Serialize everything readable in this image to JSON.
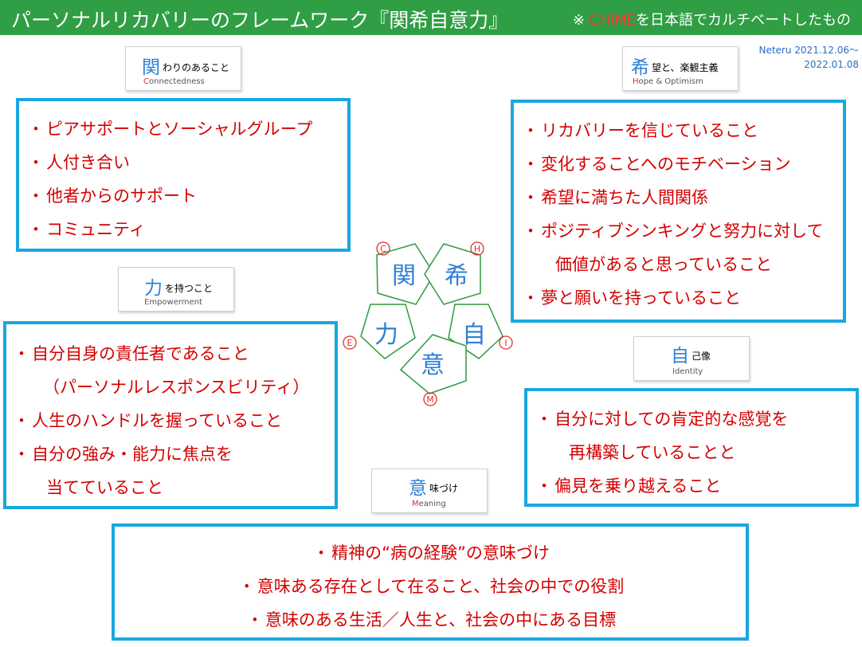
{
  "header": {
    "title": "パーソナルリカバリーのフレームワーク『関希自意力』",
    "note_prefix": "※ ",
    "note_highlight": "CHIME",
    "note_suffix": "を日本語でカルチベートしたもの"
  },
  "credit": {
    "line1": "Neteru 2021.12.06〜",
    "line2": "2022.01.08"
  },
  "labels": {
    "connectedness": {
      "kanji": "関",
      "rest": "わりのあること",
      "en_first": "C",
      "en_rest": "onnectedness"
    },
    "hope": {
      "kanji": "希",
      "rest": "望と、楽観主義",
      "en_first": "H",
      "en_rest": "ope & Optimism"
    },
    "empowerment": {
      "kanji": "力",
      "rest": "を持つこと",
      "en_first": "E",
      "en_rest": "mpowerment"
    },
    "identity": {
      "kanji": "自",
      "rest": "己像",
      "en_first": "I",
      "en_rest": "dentity"
    },
    "meaning": {
      "kanji": "意",
      "rest": "味づけ",
      "en_first": "M",
      "en_rest": "eaning"
    }
  },
  "boxes": {
    "connectedness": {
      "items": [
        "ピアサポートとソーシャルグループ",
        "人付き合い",
        "他者からのサポート",
        "コミュニティ"
      ]
    },
    "hope": {
      "items": [
        "リカバリーを信じていること",
        "変化することへのモチベーション",
        "希望に満ちた人間関係",
        "ポジティブシンキングと努力に対して",
        "夢と願いを持っていること"
      ],
      "continuation": "価値があると思っていること"
    },
    "empowerment": {
      "items": [
        "自分自身の責任者であること",
        "人生のハンドルを握っていること",
        "自分の強み・能力に焦点を"
      ],
      "continuation1": "（パーソナルレスポンスビリティ）",
      "continuation2": "当てていること"
    },
    "identity": {
      "items": [
        "自分に対しての肯定的な感覚を",
        "偏見を乗り越えること"
      ],
      "continuation": "再構築していることと"
    },
    "meaning": {
      "items": [
        "精神の“病の経験”の意味づけ",
        "意味ある存在として在ること、社会の中での役割",
        "意味のある生活／人生と、社会の中にある目標"
      ]
    }
  },
  "bullet": "・",
  "pentagons": {
    "c": {
      "kanji": "関",
      "letter": "C"
    },
    "h": {
      "kanji": "希",
      "letter": "H"
    },
    "e": {
      "kanji": "力",
      "letter": "E"
    },
    "i": {
      "kanji": "自",
      "letter": "I"
    },
    "m": {
      "kanji": "意",
      "letter": "M"
    }
  },
  "colors": {
    "header_bg": "#2f9e44",
    "box_border": "#1aa7e0",
    "item_text": "#d40000",
    "kanji_blue": "#2f7fd6",
    "pentagon_stroke": "#2e9a3e",
    "letter_red": "#e0302a"
  }
}
